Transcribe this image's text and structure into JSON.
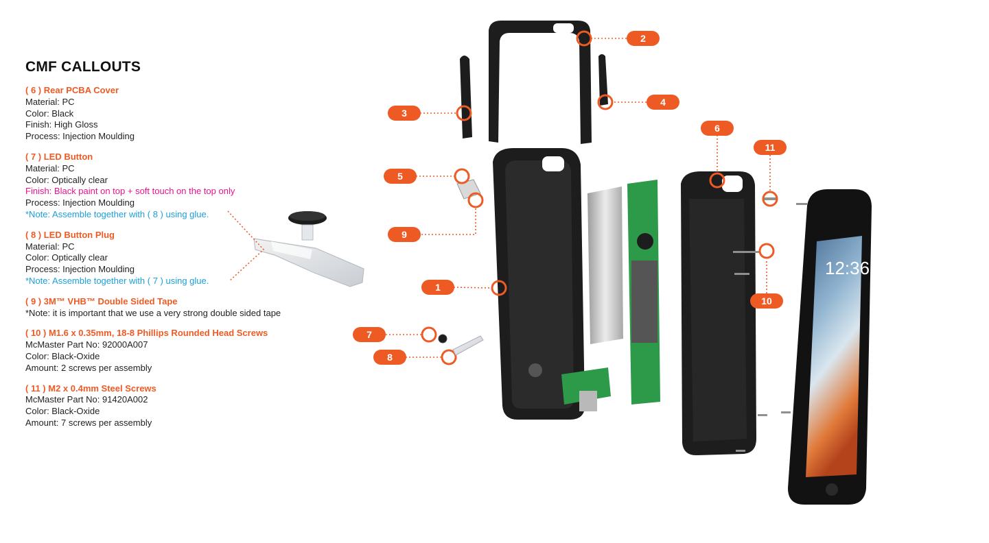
{
  "title": "CMF CALLOUTS",
  "callouts": [
    {
      "heading": "( 6 ) Rear PCBA Cover",
      "lines": [
        {
          "text": "Material: PC"
        },
        {
          "text": "Color: Black"
        },
        {
          "text": "Finish: High Gloss"
        },
        {
          "text": "Process: Injection Moulding"
        }
      ]
    },
    {
      "heading": "( 7 ) LED Button",
      "lines": [
        {
          "text": "Material: PC"
        },
        {
          "text": "Color: Optically clear"
        },
        {
          "text": "Finish: Black paint on top + soft touch on the top only",
          "style": "pink"
        },
        {
          "text": "Process: Injection Moulding"
        },
        {
          "text": "*Note: Assemble together with ( 8 ) using glue.",
          "style": "blue"
        }
      ]
    },
    {
      "heading": "( 8 ) LED Button Plug",
      "lines": [
        {
          "text": "Material: PC"
        },
        {
          "text": "Color: Optically clear"
        },
        {
          "text": "Process: Injection Moulding"
        },
        {
          "text": "*Note: Assemble together with ( 7 ) using glue.",
          "style": "blue"
        }
      ]
    },
    {
      "heading": "( 9 ) 3M™ VHB™ Double Sided Tape",
      "lines": [
        {
          "text": "*Note: it is important that we use a very strong double sided tape"
        }
      ]
    },
    {
      "heading": "( 10 ) M1.6 x 0.35mm, 18-8 Phillips Rounded Head Screws",
      "lines": [
        {
          "text": "McMaster Part No: 92000A007"
        },
        {
          "text": "Color: Black-Oxide"
        },
        {
          "text": "Amount: 2 screws per assembly"
        }
      ]
    },
    {
      "heading": "( 11 ) M2 x 0.4mm Steel Screws",
      "lines": [
        {
          "text": "McMaster Part No: 91420A002"
        },
        {
          "text": "Color: Black-Oxide"
        },
        {
          "text": "Amount: 7 screws per assembly"
        }
      ]
    }
  ],
  "badges": [
    "1",
    "2",
    "3",
    "4",
    "5",
    "6",
    "7",
    "8",
    "9",
    "10",
    "11"
  ],
  "phone": {
    "time": "12:36"
  },
  "colors": {
    "accent": "#ee5a24",
    "pink": "#e8138d",
    "blue": "#1aa0d8",
    "text": "#222222",
    "case": "#1b1b1b",
    "pcb": "#2c9a48"
  }
}
